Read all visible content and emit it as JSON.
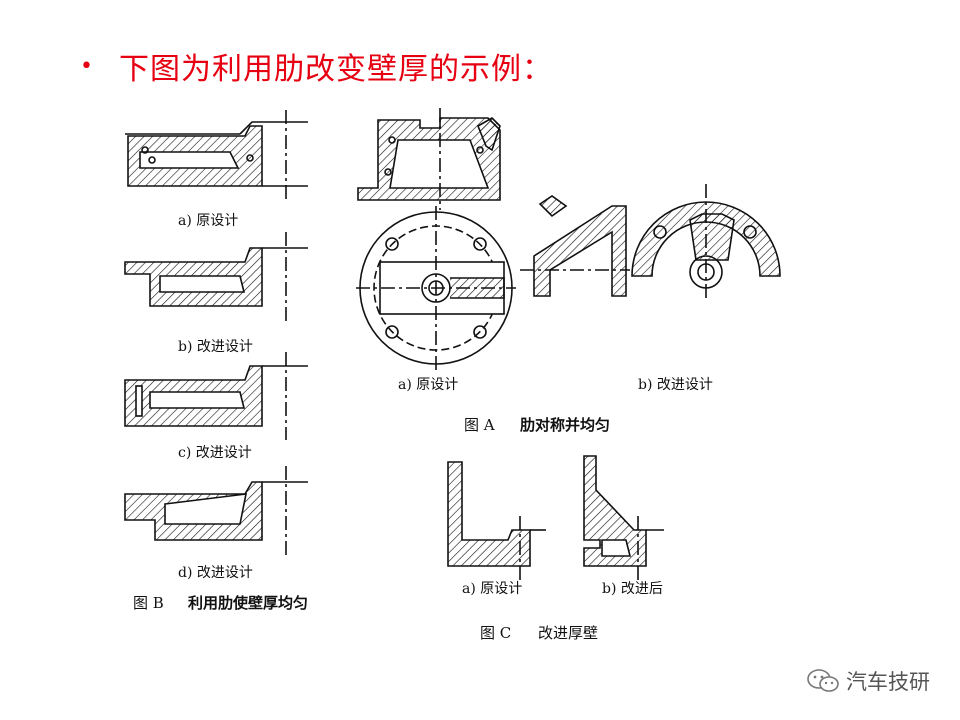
{
  "title": "下图为利用肋改变壁厚的示例：",
  "bullet": "•",
  "figure_b": {
    "label": "图 B",
    "caption": "利用肋使壁厚均匀",
    "items": [
      "a) 原设计",
      "b) 改进设计",
      "c) 改进设计",
      "d) 改进设计"
    ]
  },
  "figure_a": {
    "label": "图 A",
    "caption": "肋对称并均匀",
    "items": [
      "a) 原设计",
      "b) 改进设计"
    ]
  },
  "figure_c": {
    "label": "图 C",
    "caption": "改进厚壁",
    "items": [
      "a) 原设计",
      "b) 改进后"
    ]
  },
  "watermark": {
    "text": "汽车技研",
    "icon": "wechat-icon"
  },
  "colors": {
    "title": "#e60012",
    "line": "#111111"
  }
}
